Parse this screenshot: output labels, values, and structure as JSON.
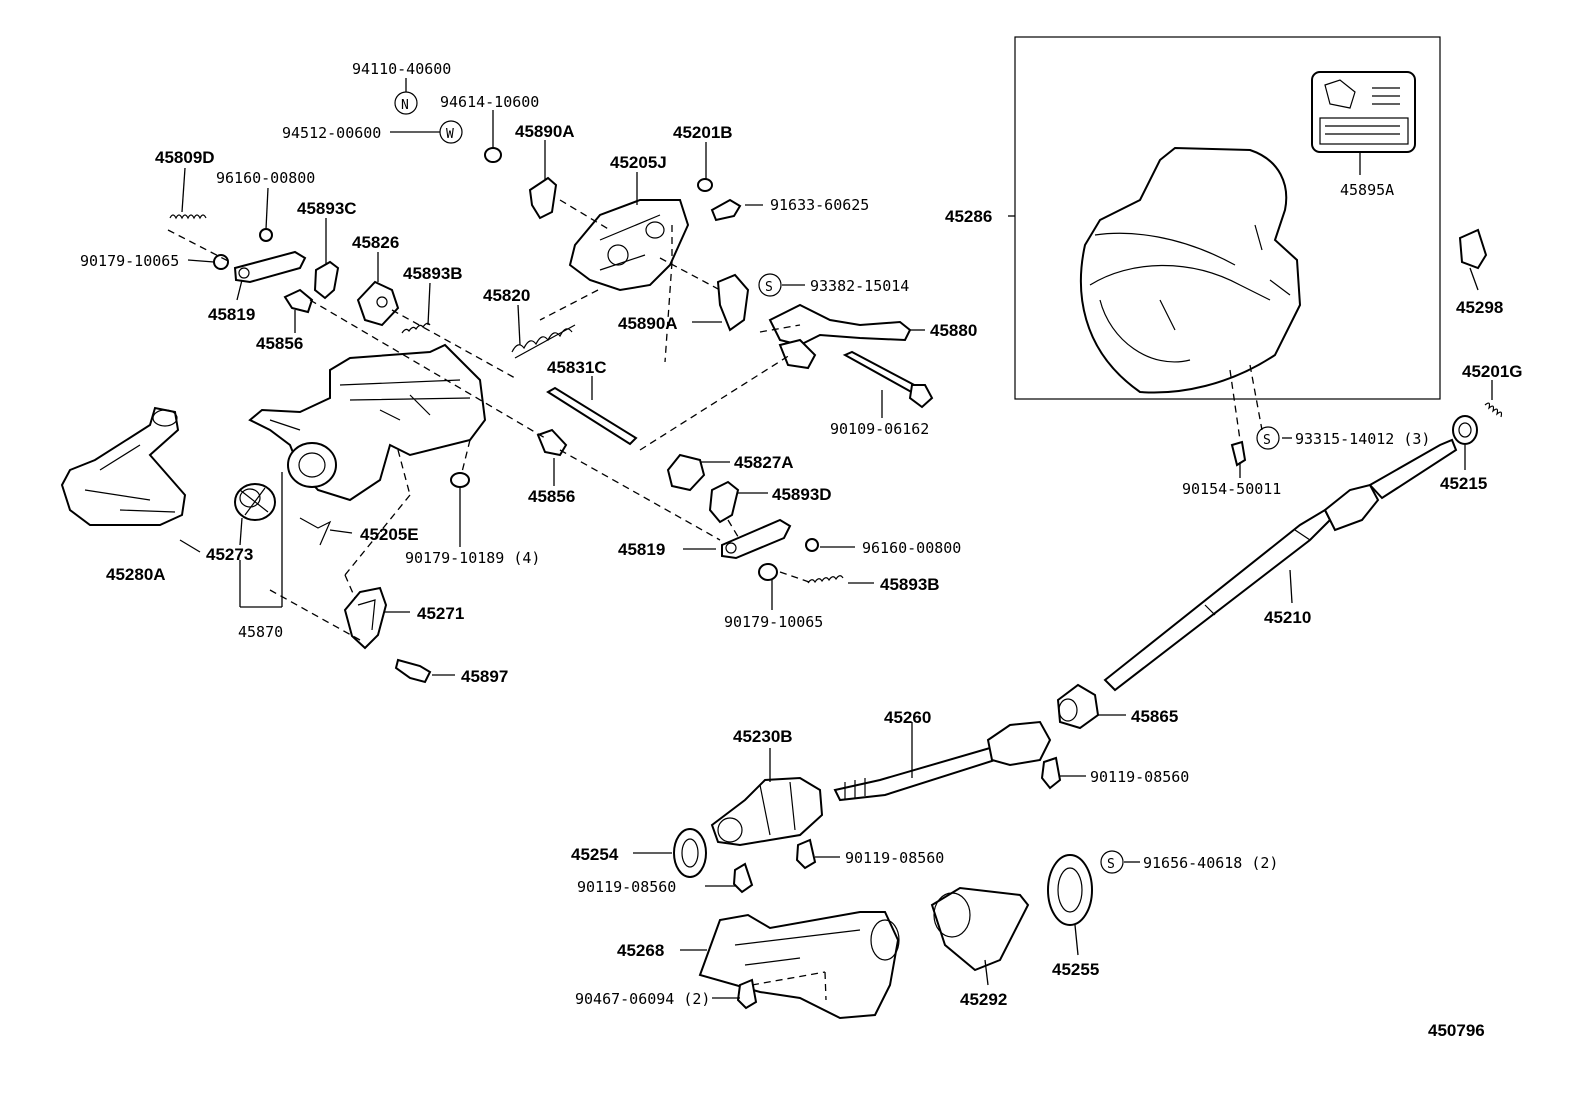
{
  "diagram_id": "450796",
  "callouts": [
    {
      "id": "94110-40600"
    },
    {
      "id": "94614-10600"
    },
    {
      "id": "94512-00600"
    },
    {
      "id": "45809D"
    },
    {
      "id": "96160-00800"
    },
    {
      "id": "45893C"
    },
    {
      "id": "90179-10065"
    },
    {
      "id": "45819"
    },
    {
      "id": "45856"
    },
    {
      "id": "45826"
    },
    {
      "id": "45893B"
    },
    {
      "id": "45890A"
    },
    {
      "id": "45205J"
    },
    {
      "id": "45201B"
    },
    {
      "id": "91633-60625"
    },
    {
      "id": "45820"
    },
    {
      "id": "93382-15014"
    },
    {
      "id": "45890A"
    },
    {
      "id": "45880"
    },
    {
      "id": "45831C"
    },
    {
      "id": "90109-06162"
    },
    {
      "id": "45827A"
    },
    {
      "id": "45856"
    },
    {
      "id": "45893D"
    },
    {
      "id": "45205E"
    },
    {
      "id": "90179-10189 (4)"
    },
    {
      "id": "45819"
    },
    {
      "id": "96160-00800"
    },
    {
      "id": "45893B"
    },
    {
      "id": "90179-10065"
    },
    {
      "id": "45273"
    },
    {
      "id": "45280A"
    },
    {
      "id": "45870"
    },
    {
      "id": "45271"
    },
    {
      "id": "45897"
    },
    {
      "id": "45286"
    },
    {
      "id": "45895A"
    },
    {
      "id": "45298"
    },
    {
      "id": "45201G"
    },
    {
      "id": "93315-14012 (3)"
    },
    {
      "id": "90154-50011"
    },
    {
      "id": "45215"
    },
    {
      "id": "45210"
    },
    {
      "id": "45865"
    },
    {
      "id": "45260"
    },
    {
      "id": "45230B"
    },
    {
      "id": "90119-08560"
    },
    {
      "id": "45254"
    },
    {
      "id": "90119-08560"
    },
    {
      "id": "90119-08560"
    },
    {
      "id": "91656-40618 (2)"
    },
    {
      "id": "45268"
    },
    {
      "id": "90467-06094 (2)"
    },
    {
      "id": "45292"
    },
    {
      "id": "45255"
    }
  ],
  "symbols": {
    "n_marker": "N",
    "w_marker": "W",
    "s_marker": "S"
  }
}
